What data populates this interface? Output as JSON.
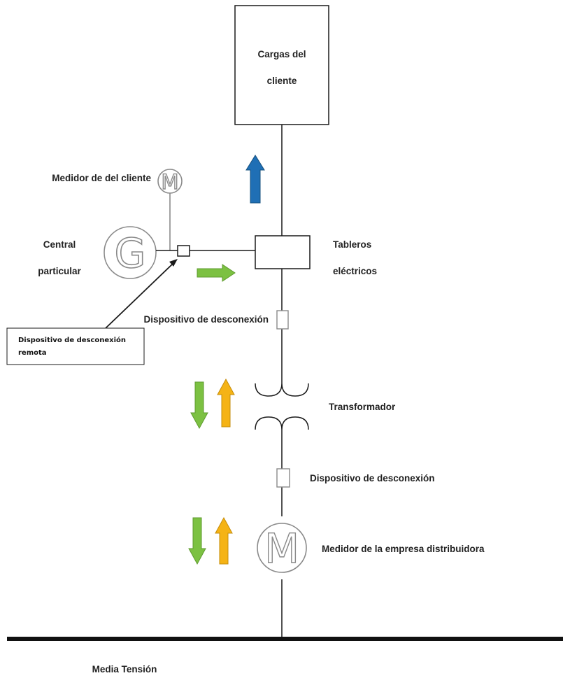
{
  "labels": {
    "cargas_line1": "Cargas del",
    "cargas_line2": "cliente",
    "medidor_cliente": "Medidor de del cliente",
    "central_line1": "Central",
    "central_line2": "particular",
    "tableros_line1": "Tableros",
    "tableros_line2": "eléctricos",
    "dispositivo_desconexion_upper": "Dispositivo de desconexión",
    "dispositivo_remota_line1": "Dispositivo de desconexión",
    "dispositivo_remota_line2": "remota",
    "transformador": "Transformador",
    "dispositivo_desconexion_lower": "Dispositivo de desconexión",
    "medidor_empresa": "Medidor de la empresa distribuidora",
    "media_tension": "Media Tensión"
  },
  "symbols": {
    "meter_small_letter": "M",
    "generator_letter": "G",
    "meter_large_letter": "M"
  },
  "colors": {
    "line": "#1a1a1a",
    "arrow_blue": "#1f6fb5",
    "arrow_green": "#7cc142",
    "arrow_orange": "#f5b315",
    "symbol_stroke": "#8a8a8a"
  }
}
